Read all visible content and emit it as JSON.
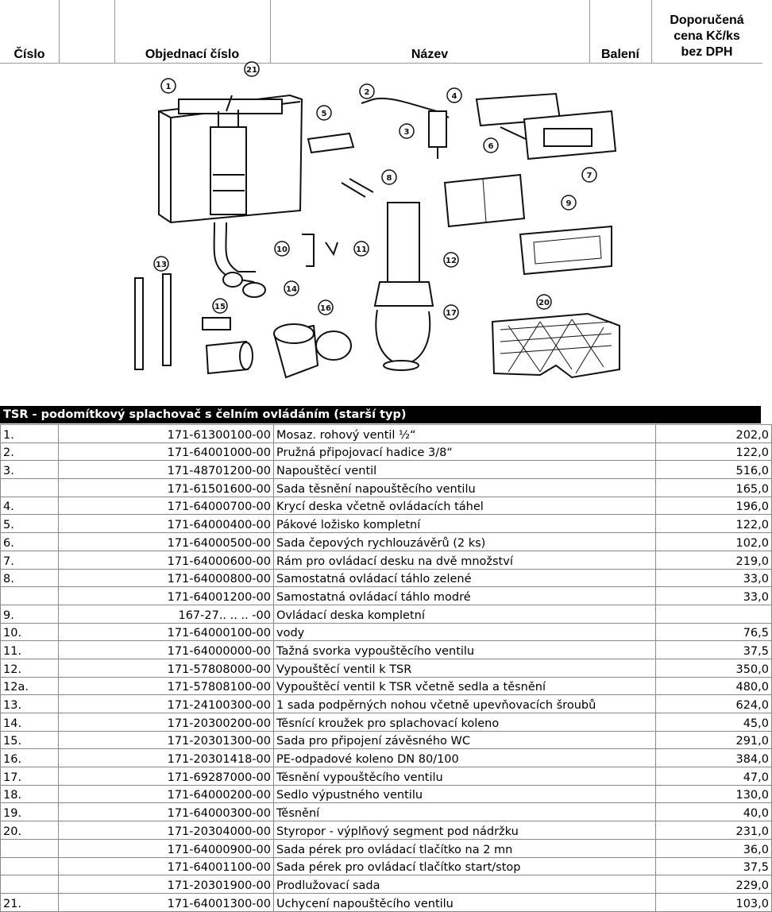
{
  "header": {
    "cislo": "Číslo",
    "objednaci_cislo": "Objednací číslo",
    "nazev": "Název",
    "baleni": "Balení",
    "cena_line1": "Doporučená",
    "cena_line2": "cena Kč/ks",
    "cena_line3": "bez DPH"
  },
  "figure": {
    "callouts": [
      "1",
      "2",
      "3",
      "4",
      "5",
      "6",
      "7",
      "8",
      "9",
      "10",
      "11",
      "12",
      "13",
      "14",
      "15",
      "16",
      "17",
      "20",
      "21"
    ]
  },
  "section_title": "TSR - podomítkový splachovač s čelním ovládáním (starší typ)",
  "rows": [
    {
      "no": "1.",
      "order": "171-61300100-00",
      "name": "Mosaz. rohový ventil ½“",
      "price": "202,0"
    },
    {
      "no": "2.",
      "order": "171-64001000-00",
      "name": "Pružná připojovací hadice 3/8“",
      "price": "122,0"
    },
    {
      "no": "3.",
      "order": "171-48701200-00",
      "name": "Napouštěcí ventil",
      "price": "516,0"
    },
    {
      "no": "",
      "order": "171-61501600-00",
      "name": "Sada těsnění napouštěcího ventilu",
      "price": "165,0"
    },
    {
      "no": "4.",
      "order": "171-64000700-00",
      "name": "Krycí deska včetně ovládacích táhel",
      "price": "196,0"
    },
    {
      "no": "5.",
      "order": "171-64000400-00",
      "name": "Pákové ložisko kompletní",
      "price": "122,0"
    },
    {
      "no": "6.",
      "order": "171-64000500-00",
      "name": "Sada čepových rychlouzávěrů (2 ks)",
      "price": "102,0"
    },
    {
      "no": "7.",
      "order": "171-64000600-00",
      "name": "Rám pro ovládací desku na dvě množství",
      "price": "219,0"
    },
    {
      "no": "8.",
      "order": "171-64000800-00",
      "name": "Samostatná ovládací táhlo zelené",
      "price": "33,0"
    },
    {
      "no": "",
      "order": "171-64001200-00",
      "name": "Samostatná ovládací táhlo modré",
      "price": "33,0"
    },
    {
      "no": "9.",
      "order": "167-27.. .. .. -00",
      "name": "Ovládací deska kompletní",
      "price": ""
    },
    {
      "no": "10.",
      "order": "171-64000100-00",
      "name": "vody",
      "price": "76,5"
    },
    {
      "no": "11.",
      "order": "171-64000000-00",
      "name": "Tažná svorka vypouštěcího ventilu",
      "price": "37,5"
    },
    {
      "no": "12.",
      "order": "171-57808000-00",
      "name": "Vypouštěcí ventil k TSR",
      "price": "350,0"
    },
    {
      "no": "12a.",
      "order": "171-57808100-00",
      "name": "Vypouštěcí ventil k TSR včetně sedla a těsnění",
      "price": "480,0"
    },
    {
      "no": "13.",
      "order": "171-24100300-00",
      "name": "1 sada podpěrných nohou včetně upevňovacích šroubů",
      "price": "624,0"
    },
    {
      "no": "14.",
      "order": "171-20300200-00",
      "name": "Těsnící kroužek pro splachovací koleno",
      "price": "45,0"
    },
    {
      "no": "15.",
      "order": "171-20301300-00",
      "name": "Sada pro připojení závěsného WC",
      "price": "291,0"
    },
    {
      "no": "16.",
      "order": "171-20301418-00",
      "name": "PE-odpadové koleno DN 80/100",
      "price": "384,0"
    },
    {
      "no": "17.",
      "order": "171-69287000-00",
      "name": "Těsnění vypouštěcího ventilu",
      "price": "47,0"
    },
    {
      "no": "18.",
      "order": "171-64000200-00",
      "name": "Sedlo výpustného ventilu",
      "price": "130,0"
    },
    {
      "no": "19.",
      "order": "171-64000300-00",
      "name": "Těsnění",
      "price": "40,0"
    },
    {
      "no": "20.",
      "order": "171-20304000-00",
      "name": "Styropor - výplňový segment pod nádržku",
      "price": "231,0"
    },
    {
      "no": "",
      "order": "171-64000900-00",
      "name": "Sada pérek pro ovládací tlačítko na 2 mn",
      "price": "36,0"
    },
    {
      "no": "",
      "order": "171-64001100-00",
      "name": "Sada pérek pro ovládací tlačítko start/stop",
      "price": "37,5"
    },
    {
      "no": "",
      "order": "171-20301900-00",
      "name": "Prodlužovací sada",
      "price": "229,0"
    },
    {
      "no": "21.",
      "order": "171-64001300-00",
      "name": "Uchycení napouštěcího ventilu",
      "price": "103,0"
    }
  ]
}
